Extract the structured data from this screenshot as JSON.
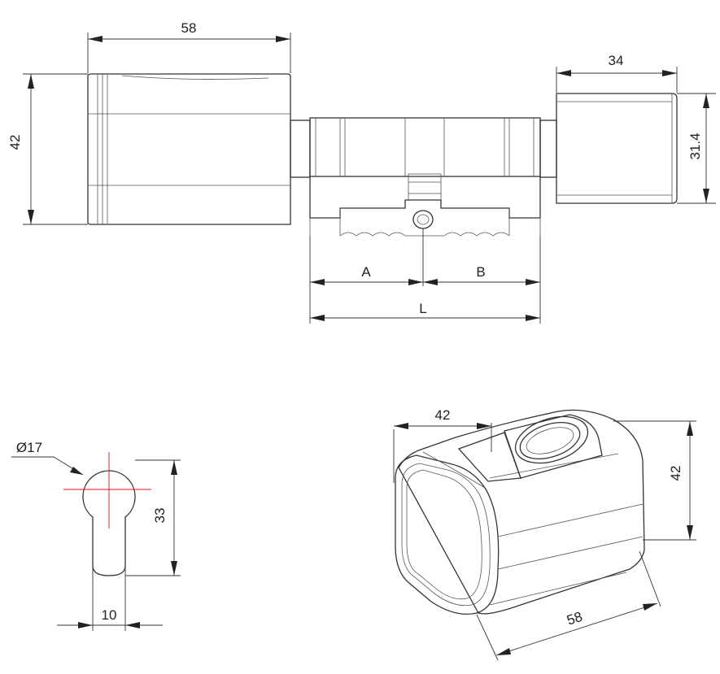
{
  "diagram": {
    "side_view": {
      "dim_knob_width": "58",
      "dim_knob_height": "42",
      "dim_thumbturn_width": "34",
      "dim_thumbturn_height": "31.4",
      "dim_a": "A",
      "dim_b": "B",
      "dim_l": "L"
    },
    "profile_view": {
      "dim_diameter": "Ø17",
      "dim_height": "33",
      "dim_width": "10"
    },
    "iso_view": {
      "dim_top_width": "42",
      "dim_height": "42",
      "dim_length": "58"
    },
    "colors": {
      "line": "#333333",
      "center_line": "#d8141b"
    }
  }
}
